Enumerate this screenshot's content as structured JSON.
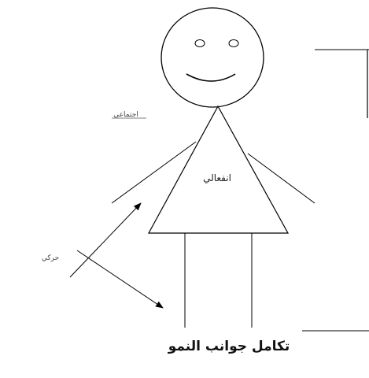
{
  "diagram": {
    "labels": {
      "cognitive": "اجتماعي",
      "emotional": "انفعالي",
      "motor": "حركي"
    },
    "caption": "تكامل جوانب النمو"
  },
  "colors": {
    "stroke": "#000000",
    "background": "#ffffff"
  }
}
